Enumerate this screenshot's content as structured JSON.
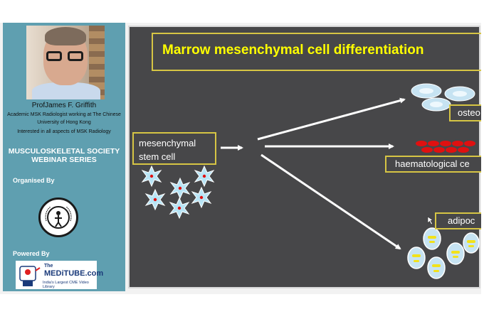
{
  "speaker": {
    "name": "ProfJames F. Griffith",
    "role_line1": "Academic MSK Radiologist working at The Chinese",
    "role_line2": "University of Hong Kong",
    "role_line3": "Interested in all aspects of MSK Radiology"
  },
  "society": {
    "line1": "MUSCULOSKELETAL SOCIETY",
    "line2": "WEBINAR SERIES"
  },
  "sidebar": {
    "organised_by": "Organised By",
    "powered_by": "Powered By",
    "seal_icon": "msk-society-seal-icon",
    "logo_the": "The",
    "logo_brand": "MEDiTUBE.com",
    "logo_tagline": "India's Largest CME Video Library"
  },
  "slide": {
    "title": "Marrow mesenchymal cell differentiation",
    "stem_line1": "mesenchymal",
    "stem_line2": "stem cell",
    "osteo_label": "osteo",
    "haem_label": "haematological ce",
    "adipo_label": "adipoc"
  },
  "colors": {
    "sidebar_bg": "#5f9fb0",
    "slide_bg": "#474749",
    "title_color": "#ffff00",
    "box_border": "#d6c544",
    "red_cell": "#e01010",
    "fat_cell": "#c6e3f2",
    "fat_droplet": "#f2e21a"
  }
}
